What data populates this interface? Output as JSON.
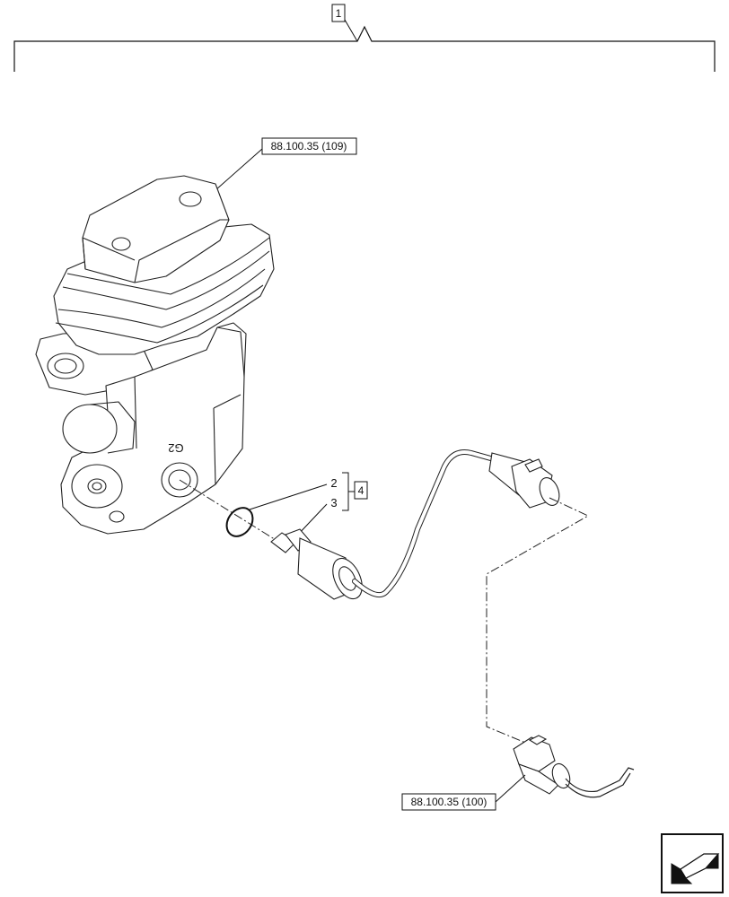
{
  "callouts": {
    "assembly": "1",
    "oring": "2",
    "sensor": "3",
    "kit": "4"
  },
  "references": {
    "control_valve": "88.100.35 (109)",
    "harness": "88.100.35 (100)"
  },
  "port_marking": "G2",
  "nav_icon": "next-page-arrow-icon"
}
